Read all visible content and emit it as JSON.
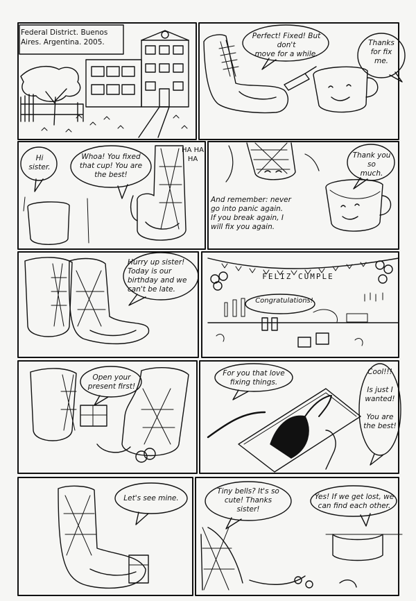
{
  "caption": "Federal District. Buenos\nAires. Argentina. 2005.",
  "panels": {
    "p1": {},
    "p2": {
      "balloon_1": "Perfect! Fixed! But don't\nmove for a while.",
      "balloon_2": "Thanks\nfor fix\nme."
    },
    "p3": {
      "balloon_1": "Hi\nsister.",
      "balloon_2": "Whoa! You fixed\nthat cup! You are\nthe best!",
      "laugh": "HA HA\nHA"
    },
    "p4": {
      "balloon_1": "Thank you so\nmuch.",
      "balloon_2": "And remember: never\ngo into panic again.\nIf you break again, I\nwill fix you again."
    },
    "p5": {
      "balloon_1": "Hurry up sister!\nToday is our\nbirthday and we\ncan't be late."
    },
    "p6": {
      "banner": "FELIZ CUMPLE",
      "balloon_1": "Congratulations!"
    },
    "p7": {
      "balloon_1": "Open your\npresent first!"
    },
    "p8": {
      "balloon_1": "For you that love\nfixing things.",
      "balloon_2": "Cool!!!\n\nIs just I\nwanted!\n\nYou are\nthe best!"
    },
    "p9": {
      "balloon_1": "Let's see mine."
    },
    "p10": {
      "balloon_1": "Tiny bells? It's so\ncute! Thanks\nsister!",
      "balloon_2": "Yes! If we get lost, we\ncan find each other."
    }
  },
  "colors": {
    "ink": "#111111",
    "paper": "#f6f6f4"
  }
}
